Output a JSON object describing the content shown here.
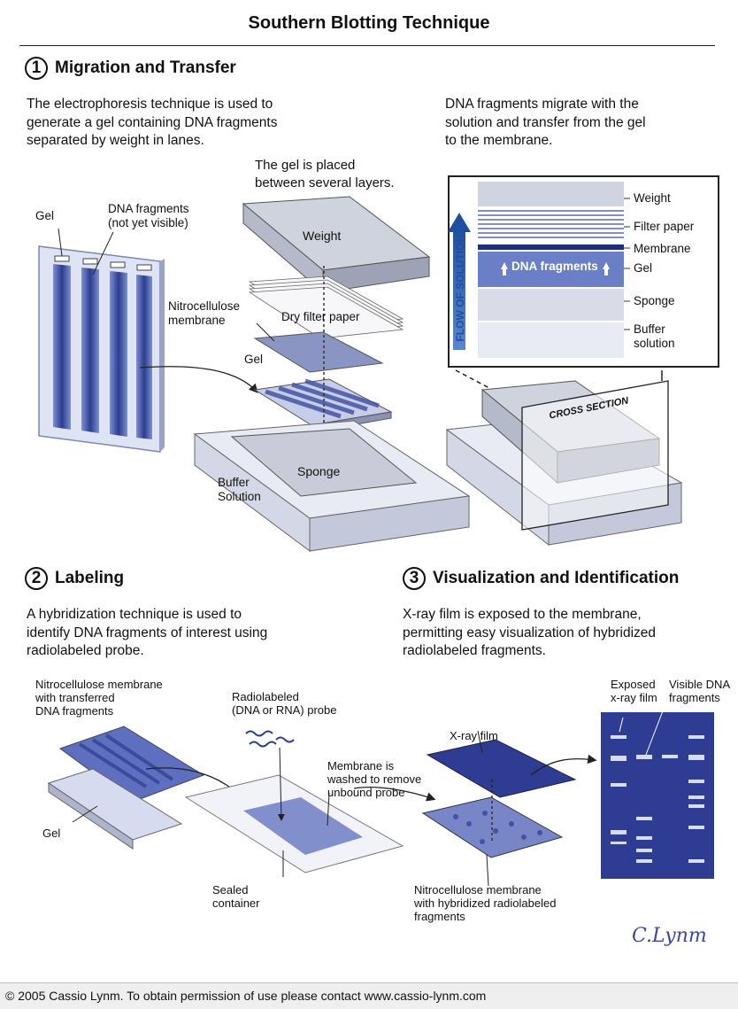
{
  "title": "Southern Blotting Technique",
  "sections": [
    {
      "number": "1",
      "title": "Migration and Transfer",
      "text_left": "The electrophoresis technique is used to\ngenerate a gel containing DNA fragments\nseparated by weight in lanes.",
      "text_right": "DNA fragments migrate with the\nsolution and transfer from the gel\nto the membrane."
    },
    {
      "number": "2",
      "title": "Labeling",
      "text": "A hybridization technique is used to\nidentify DNA fragments of interest using\nradiolabeled probe."
    },
    {
      "number": "3",
      "title": "Visualization and Identification",
      "text": "X-ray film is exposed to the membrane,\npermitting easy visualization of hybridized\nradiolabeled fragments."
    }
  ],
  "labels": {
    "gel_placed": "The gel is placed\nbetween several layers.",
    "gel": "Gel",
    "dna_fragments_not_visible": "DNA fragments\n(not yet visible)",
    "weight": "Weight",
    "nitrocellulose_membrane": "Nitrocellulose\nmembrane",
    "dry_filter_paper": "Dry filter paper",
    "gel_stack": "Gel",
    "sponge": "Sponge",
    "buffer_solution": "Buffer\nSolution",
    "cross_section": "CROSS SECTION",
    "cs_weight": "Weight",
    "cs_filter_paper": "Filter paper",
    "cs_membrane": "Membrane",
    "cs_gel": "Gel",
    "cs_sponge": "Sponge",
    "cs_buffer": "Buffer\nsolution",
    "cs_dna_fragments": "DNA fragments",
    "flow_of_solution": "FLOW OF SOLUTION",
    "nc_membrane_transferred": "Nitrocellulose membrane\nwith transferred\nDNA fragments",
    "gel_bottom": "Gel",
    "radiolabeled_probe": "Radiolabeled\n(DNA or RNA) probe",
    "membrane_washed": "Membrane is\nwashed to remove\nunbound probe",
    "sealed_container": "Sealed\ncontainer",
    "xray_film": "X-ray film",
    "nc_membrane_hybridized": "Nitrocellulose membrane\nwith hybridized radiolabeled\nfragments",
    "exposed_xray_film": "Exposed\nx-ray film",
    "visible_dna_fragments": "Visible DNA\nfragments"
  },
  "signature": "C.Lynm",
  "footer": "© 2005 Cassio Lynm. To obtain permission of use please contact www.cassio-lynm.com",
  "colors": {
    "blue_dark": "#2b3d8f",
    "blue_mid": "#5a6fbf",
    "blue_light": "#c9d2ef",
    "gray_slab": "#c8cbd6",
    "arrow_blue": "#1e4fa0"
  }
}
